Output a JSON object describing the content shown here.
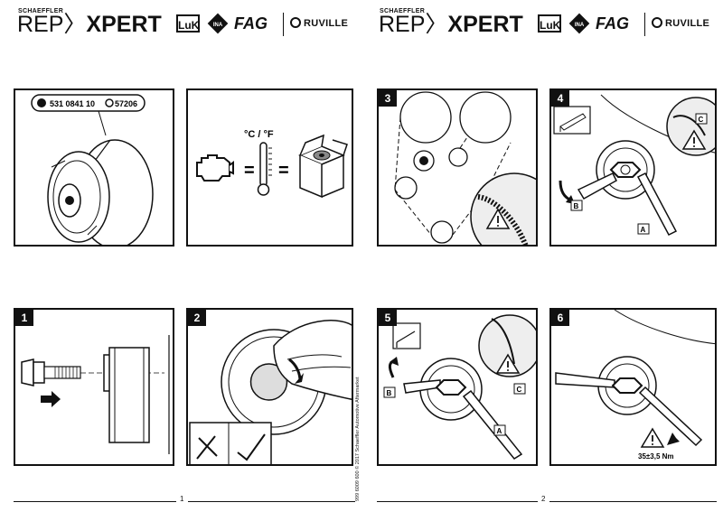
{
  "brand": {
    "company": "SCHAEFFLER",
    "product_rep": "REP",
    "product_xpert": "XPERT"
  },
  "logos": {
    "luk": "LuK",
    "ina": "INA",
    "fag": "FAG",
    "ruville": "RUVILLE"
  },
  "intro_panel": {
    "ina_part_number": "531 0841 10",
    "ruville_part_number": "57206"
  },
  "temp_panel": {
    "unit_label": "°C / °F",
    "equals_1": "=",
    "equals_2": "="
  },
  "steps": {
    "s1": "1",
    "s2": "2",
    "s3": "3",
    "s4": "4",
    "s5": "5",
    "s6": "6"
  },
  "step4": {
    "label_a": "A",
    "label_b": "B",
    "label_c": "C"
  },
  "step5": {
    "label_a": "A",
    "label_b": "B",
    "label_c": "C"
  },
  "step6": {
    "torque": "35±3,5 Nm"
  },
  "footer": {
    "page1": "1",
    "page2": "2",
    "imprint": "999 6009 600 © 2017  Schaeffler Automotive Aftermarket"
  },
  "icons": [
    "warning-icon",
    "engine-icon",
    "thermometer-icon",
    "box-icon",
    "arrow-icon"
  ]
}
